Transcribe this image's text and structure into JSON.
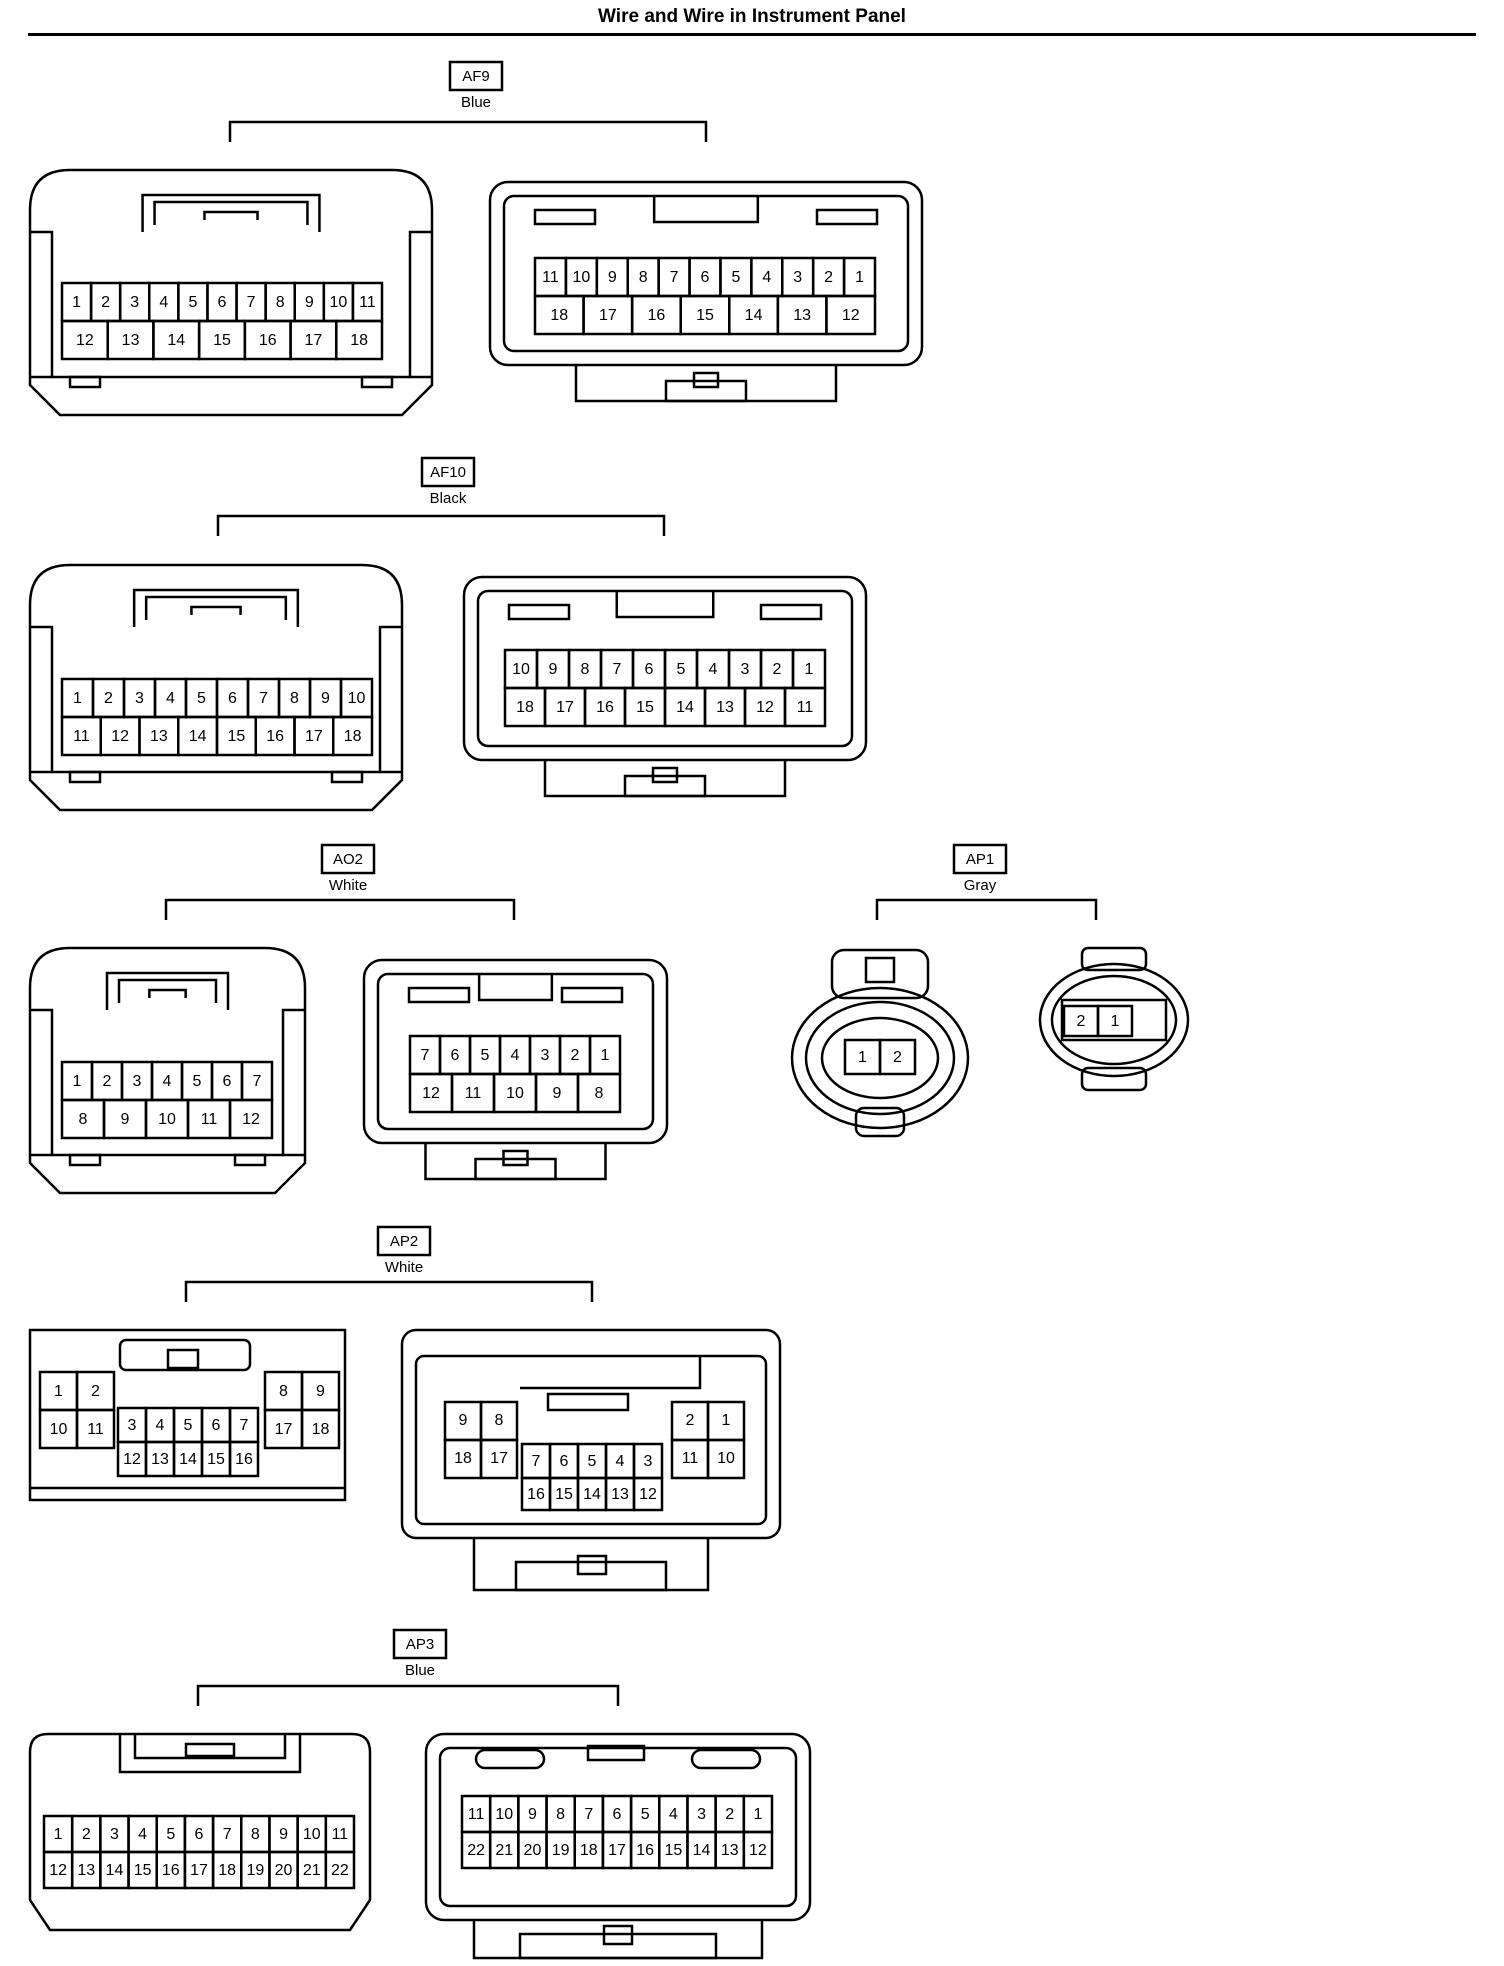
{
  "page_title": "Wire and Wire in Instrument Panel",
  "connectors": [
    {
      "id": "AF9",
      "color": "Blue",
      "left": {
        "top": [
          "1",
          "2",
          "3",
          "4",
          "5",
          "6",
          "7",
          "8",
          "9",
          "10",
          "11"
        ],
        "bottom": [
          "12",
          "13",
          "14",
          "15",
          "16",
          "17",
          "18"
        ]
      },
      "right": {
        "top": [
          "11",
          "10",
          "9",
          "8",
          "7",
          "6",
          "5",
          "4",
          "3",
          "2",
          "1"
        ],
        "bottom": [
          "18",
          "17",
          "16",
          "15",
          "14",
          "13",
          "12"
        ]
      }
    },
    {
      "id": "AF10",
      "color": "Black",
      "left": {
        "top": [
          "1",
          "2",
          "3",
          "4",
          "5",
          "6",
          "7",
          "8",
          "9",
          "10"
        ],
        "bottom": [
          "11",
          "12",
          "13",
          "14",
          "15",
          "16",
          "17",
          "18"
        ]
      },
      "right": {
        "top": [
          "10",
          "9",
          "8",
          "7",
          "6",
          "5",
          "4",
          "3",
          "2",
          "1"
        ],
        "bottom": [
          "18",
          "17",
          "16",
          "15",
          "14",
          "13",
          "12",
          "11"
        ]
      }
    },
    {
      "id": "AO2",
      "color": "White",
      "left": {
        "top": [
          "1",
          "2",
          "3",
          "4",
          "5",
          "6",
          "7"
        ],
        "bottom": [
          "8",
          "9",
          "10",
          "11",
          "12"
        ]
      },
      "right": {
        "top": [
          "7",
          "6",
          "5",
          "4",
          "3",
          "2",
          "1"
        ],
        "bottom": [
          "12",
          "11",
          "10",
          "9",
          "8"
        ]
      }
    },
    {
      "id": "AP1",
      "color": "Gray",
      "left": {
        "top": [
          "1",
          "2"
        ],
        "bottom": []
      },
      "right": {
        "top": [
          "2",
          "1"
        ],
        "bottom": []
      }
    },
    {
      "id": "AP2",
      "color": "White",
      "left": {
        "top": [
          "1",
          "2",
          "8",
          "9"
        ],
        "mid": [
          "10",
          "11",
          "3",
          "4",
          "5",
          "6",
          "7",
          "17",
          "18"
        ],
        "bottom": [
          "12",
          "13",
          "14",
          "15",
          "16"
        ]
      },
      "right": {
        "top": [
          "9",
          "8",
          "2",
          "1"
        ],
        "mid": [
          "18",
          "17",
          "7",
          "6",
          "5",
          "4",
          "3",
          "11",
          "10"
        ],
        "bottom": [
          "16",
          "15",
          "14",
          "13",
          "12"
        ]
      }
    },
    {
      "id": "AP3",
      "color": "Blue",
      "left": {
        "top": [
          "1",
          "2",
          "3",
          "4",
          "5",
          "6",
          "7",
          "8",
          "9",
          "10",
          "11"
        ],
        "bottom": [
          "12",
          "13",
          "14",
          "15",
          "16",
          "17",
          "18",
          "19",
          "20",
          "21",
          "22"
        ]
      },
      "right": {
        "top": [
          "11",
          "10",
          "9",
          "8",
          "7",
          "6",
          "5",
          "4",
          "3",
          "2",
          "1"
        ],
        "bottom": [
          "22",
          "21",
          "20",
          "19",
          "18",
          "17",
          "16",
          "15",
          "14",
          "13",
          "12"
        ]
      }
    }
  ]
}
